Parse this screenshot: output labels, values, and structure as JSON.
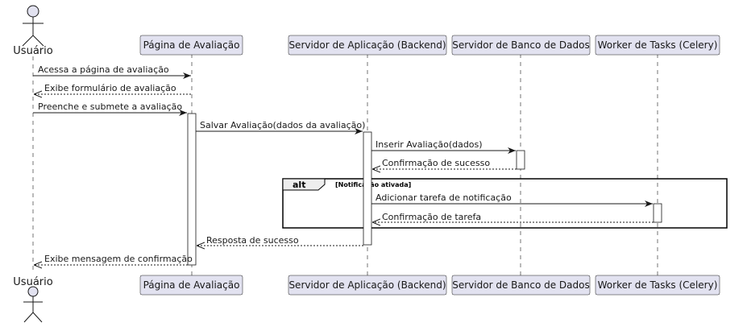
{
  "colors": {
    "participant_fill": "#E2E2F0",
    "participant_stroke": "#181818",
    "lifeline": "#181818",
    "activation_fill": "#ffffff",
    "frame_stroke": "#000000",
    "frame_header_fill": "#EEEEEE"
  },
  "participants": [
    {
      "id": "usuario",
      "label": "Usuário",
      "kind": "actor",
      "icon": "stick-figure-icon"
    },
    {
      "id": "pagina",
      "label": "Página de Avaliação",
      "kind": "box"
    },
    {
      "id": "servidor",
      "label": "Servidor de Aplicação (Backend)",
      "kind": "box"
    },
    {
      "id": "banco",
      "label": "Servidor de Banco de Dados",
      "kind": "box"
    },
    {
      "id": "worker",
      "label": "Worker de Tasks (Celery)",
      "kind": "box"
    }
  ],
  "messages": [
    {
      "from": "usuario",
      "to": "pagina",
      "label": "Acessa a página de avaliação",
      "style": "sync"
    },
    {
      "from": "pagina",
      "to": "usuario",
      "label": "Exibe formulário de avaliação",
      "style": "return"
    },
    {
      "from": "usuario",
      "to": "pagina",
      "label": "Preenche e submete a avaliação",
      "style": "sync"
    },
    {
      "from": "pagina",
      "to": "servidor",
      "label": "Salvar Avaliação(dados da avaliação)",
      "style": "sync"
    },
    {
      "from": "servidor",
      "to": "banco",
      "label": "Inserir Avaliação(dados)",
      "style": "sync"
    },
    {
      "from": "banco",
      "to": "servidor",
      "label": "Confirmação de sucesso",
      "style": "return"
    },
    {
      "from": "servidor",
      "to": "worker",
      "label": "Adicionar tarefa de notificação",
      "style": "sync"
    },
    {
      "from": "worker",
      "to": "servidor",
      "label": "Confirmação de tarefa",
      "style": "return"
    },
    {
      "from": "servidor",
      "to": "pagina",
      "label": "Resposta de sucesso",
      "style": "return"
    },
    {
      "from": "pagina",
      "to": "usuario",
      "label": "Exibe mensagem de confirmação",
      "style": "return"
    }
  ],
  "alt_frame": {
    "keyword": "alt",
    "condition": "[Notificação ativada]"
  }
}
